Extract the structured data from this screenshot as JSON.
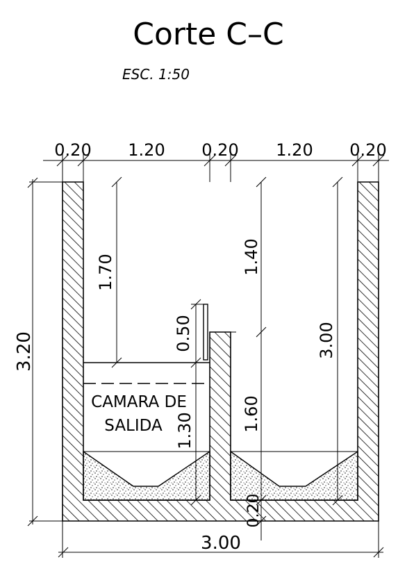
{
  "title": "Corte C–C",
  "scale": "ESC. 1:50",
  "dimensions": {
    "top": [
      "0.20",
      "1.20",
      "0.20",
      "1.20",
      "0.20"
    ],
    "total_height": "3.20",
    "total_width": "3.00",
    "left_upper": "1.70",
    "pipe_drop": "0.50",
    "left_lower": "1.30",
    "right_upper": "1.40",
    "right_lower": "1.60",
    "right_full": "3.00",
    "floor": "0.20"
  },
  "chamber_label": {
    "line1": "CAMARA DE",
    "line2": "SALIDA"
  }
}
